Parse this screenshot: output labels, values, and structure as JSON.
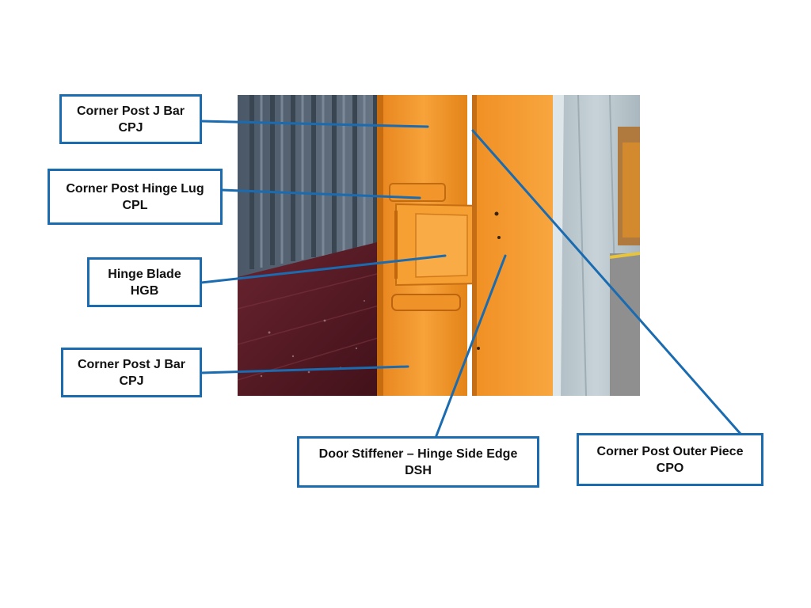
{
  "colors": {
    "callout_border": "#1a6bb0",
    "leader_line": "#1a6bb0",
    "container_orange": "#f39a2c",
    "container_wall": "#5a6878",
    "floor": "#5a1c26",
    "door_panel": "#b9c7cd"
  },
  "callouts": {
    "cpj_top": {
      "name": "Corner Post J Bar",
      "code": "CPJ"
    },
    "cpl": {
      "name": "Corner Post Hinge Lug",
      "code": "CPL"
    },
    "hgb": {
      "name": "Hinge Blade",
      "code": "HGB"
    },
    "cpj_bottom": {
      "name": "Corner Post J Bar",
      "code": "CPJ"
    },
    "dsh": {
      "name": "Door Stiffener – Hinge Side Edge",
      "code": "DSH"
    },
    "cpo": {
      "name": "Corner Post Outer Piece",
      "code": "CPO"
    }
  }
}
